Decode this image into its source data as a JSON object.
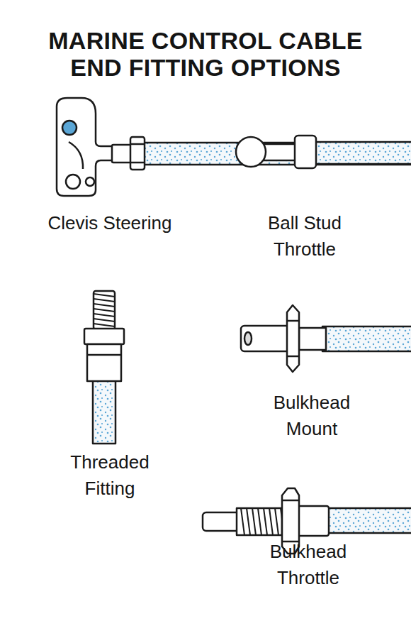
{
  "diagram": {
    "title": "MARINE CONTROL CABLE END FITTING OPTIONS",
    "labels": [
      "Clevis Steering",
      "Ball Stud Throttle",
      "Threaded Fitting",
      "Bulkhead Mount",
      "Bulkhead Throttle"
    ]
  }
}
